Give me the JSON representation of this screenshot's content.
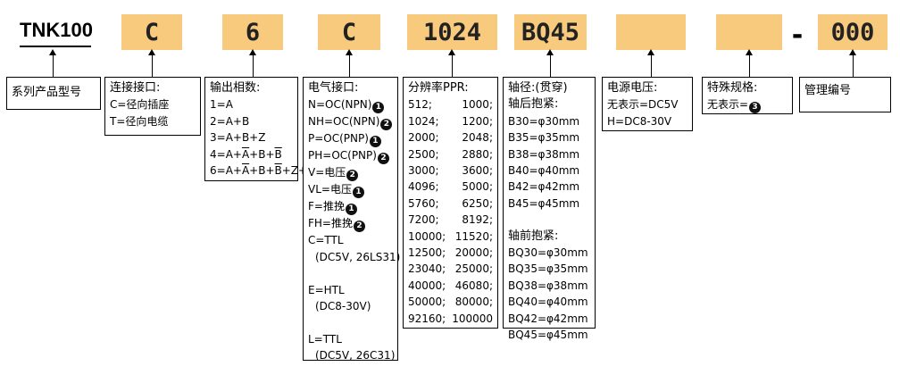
{
  "model": "TNK100",
  "codes": {
    "connector": "C",
    "output_phase": "6",
    "electrical": "C",
    "resolution": "1024",
    "shaft": "BQ45",
    "power": "",
    "special": "",
    "dash": "-",
    "management": "000"
  },
  "boxes": {
    "series": {
      "line1": "系列产品型号"
    },
    "connector": {
      "title": "连接接口:",
      "items": [
        "C=径向插座",
        "T=径向电缆"
      ]
    },
    "output": {
      "title": "输出相数:",
      "item1": "1=A",
      "item2": "2=A+B",
      "item3": "3=A+B+Z",
      "item4_a": "4=A+",
      "item4_b": "A",
      "item4_c": "+B+",
      "item4_d": "B",
      "item6_a": "6=A+",
      "item6_b": "A",
      "item6_c": "+B+",
      "item6_d": "B",
      "item6_e": "+Z+",
      "item6_f": "Z"
    },
    "electrical": {
      "title": "电气接口:",
      "items": [
        {
          "text": "N=OC(NPN)",
          "mark": "1"
        },
        {
          "text": "NH=OC(NPN)",
          "mark": "2"
        },
        {
          "text": "P=OC(PNP)",
          "mark": "1"
        },
        {
          "text": "PH=OC(PNP)",
          "mark": "2"
        },
        {
          "text": "V=电压",
          "mark": "2"
        },
        {
          "text": "VL=电压",
          "mark": "1"
        },
        {
          "text": "F=推挽",
          "mark": "1"
        },
        {
          "text": "FH=推挽",
          "mark": "2"
        }
      ],
      "c_ttl": "C=TTL",
      "c_ttl_sub": "(DC5V, 26LS31)",
      "e_htl": "E=HTL",
      "e_htl_sub": "(DC8-30V)",
      "l_ttl": "L=TTL",
      "l_ttl_sub": "(DC5V, 26C31)"
    },
    "resolution": {
      "title": "分辨率PPR:",
      "rows": [
        [
          "512;",
          "1000;"
        ],
        [
          "1024;",
          "1200;"
        ],
        [
          "2000;",
          "2048;"
        ],
        [
          "2500;",
          "2880;"
        ],
        [
          "3000;",
          "3600;"
        ],
        [
          "4096;",
          "5000;"
        ],
        [
          "5760;",
          "6250;"
        ],
        [
          "7200;",
          "8192;"
        ],
        [
          "10000;",
          "11520;"
        ],
        [
          "12500;",
          "20000;"
        ],
        [
          "23040;",
          "25000;"
        ],
        [
          "40000;",
          "46080;"
        ],
        [
          "50000;",
          "80000;"
        ],
        [
          "92160;",
          "100000"
        ]
      ]
    },
    "shaft": {
      "title": "轴径:(贯穿)",
      "rear_title": "轴后抱紧:",
      "rear": [
        "B30=φ30mm",
        "B35=φ35mm",
        "B38=φ38mm",
        "B40=φ40mm",
        "B42=φ42mm",
        "B45=φ45mm"
      ],
      "front_title": "轴前抱紧:",
      "front": [
        "BQ30=φ30mm",
        "BQ35=φ35mm",
        "BQ38=φ38mm",
        "BQ40=φ40mm",
        "BQ42=φ42mm",
        "BQ45=φ45mm"
      ]
    },
    "power": {
      "title": "电源电压:",
      "items": [
        "无表示=DC5V",
        "H=DC8-30V"
      ]
    },
    "special": {
      "title": "特殊规格:",
      "item": "无表示=",
      "mark": "3"
    },
    "management": {
      "title": "管理编号"
    }
  },
  "colors": {
    "code_fill": "#f7ca7e"
  }
}
